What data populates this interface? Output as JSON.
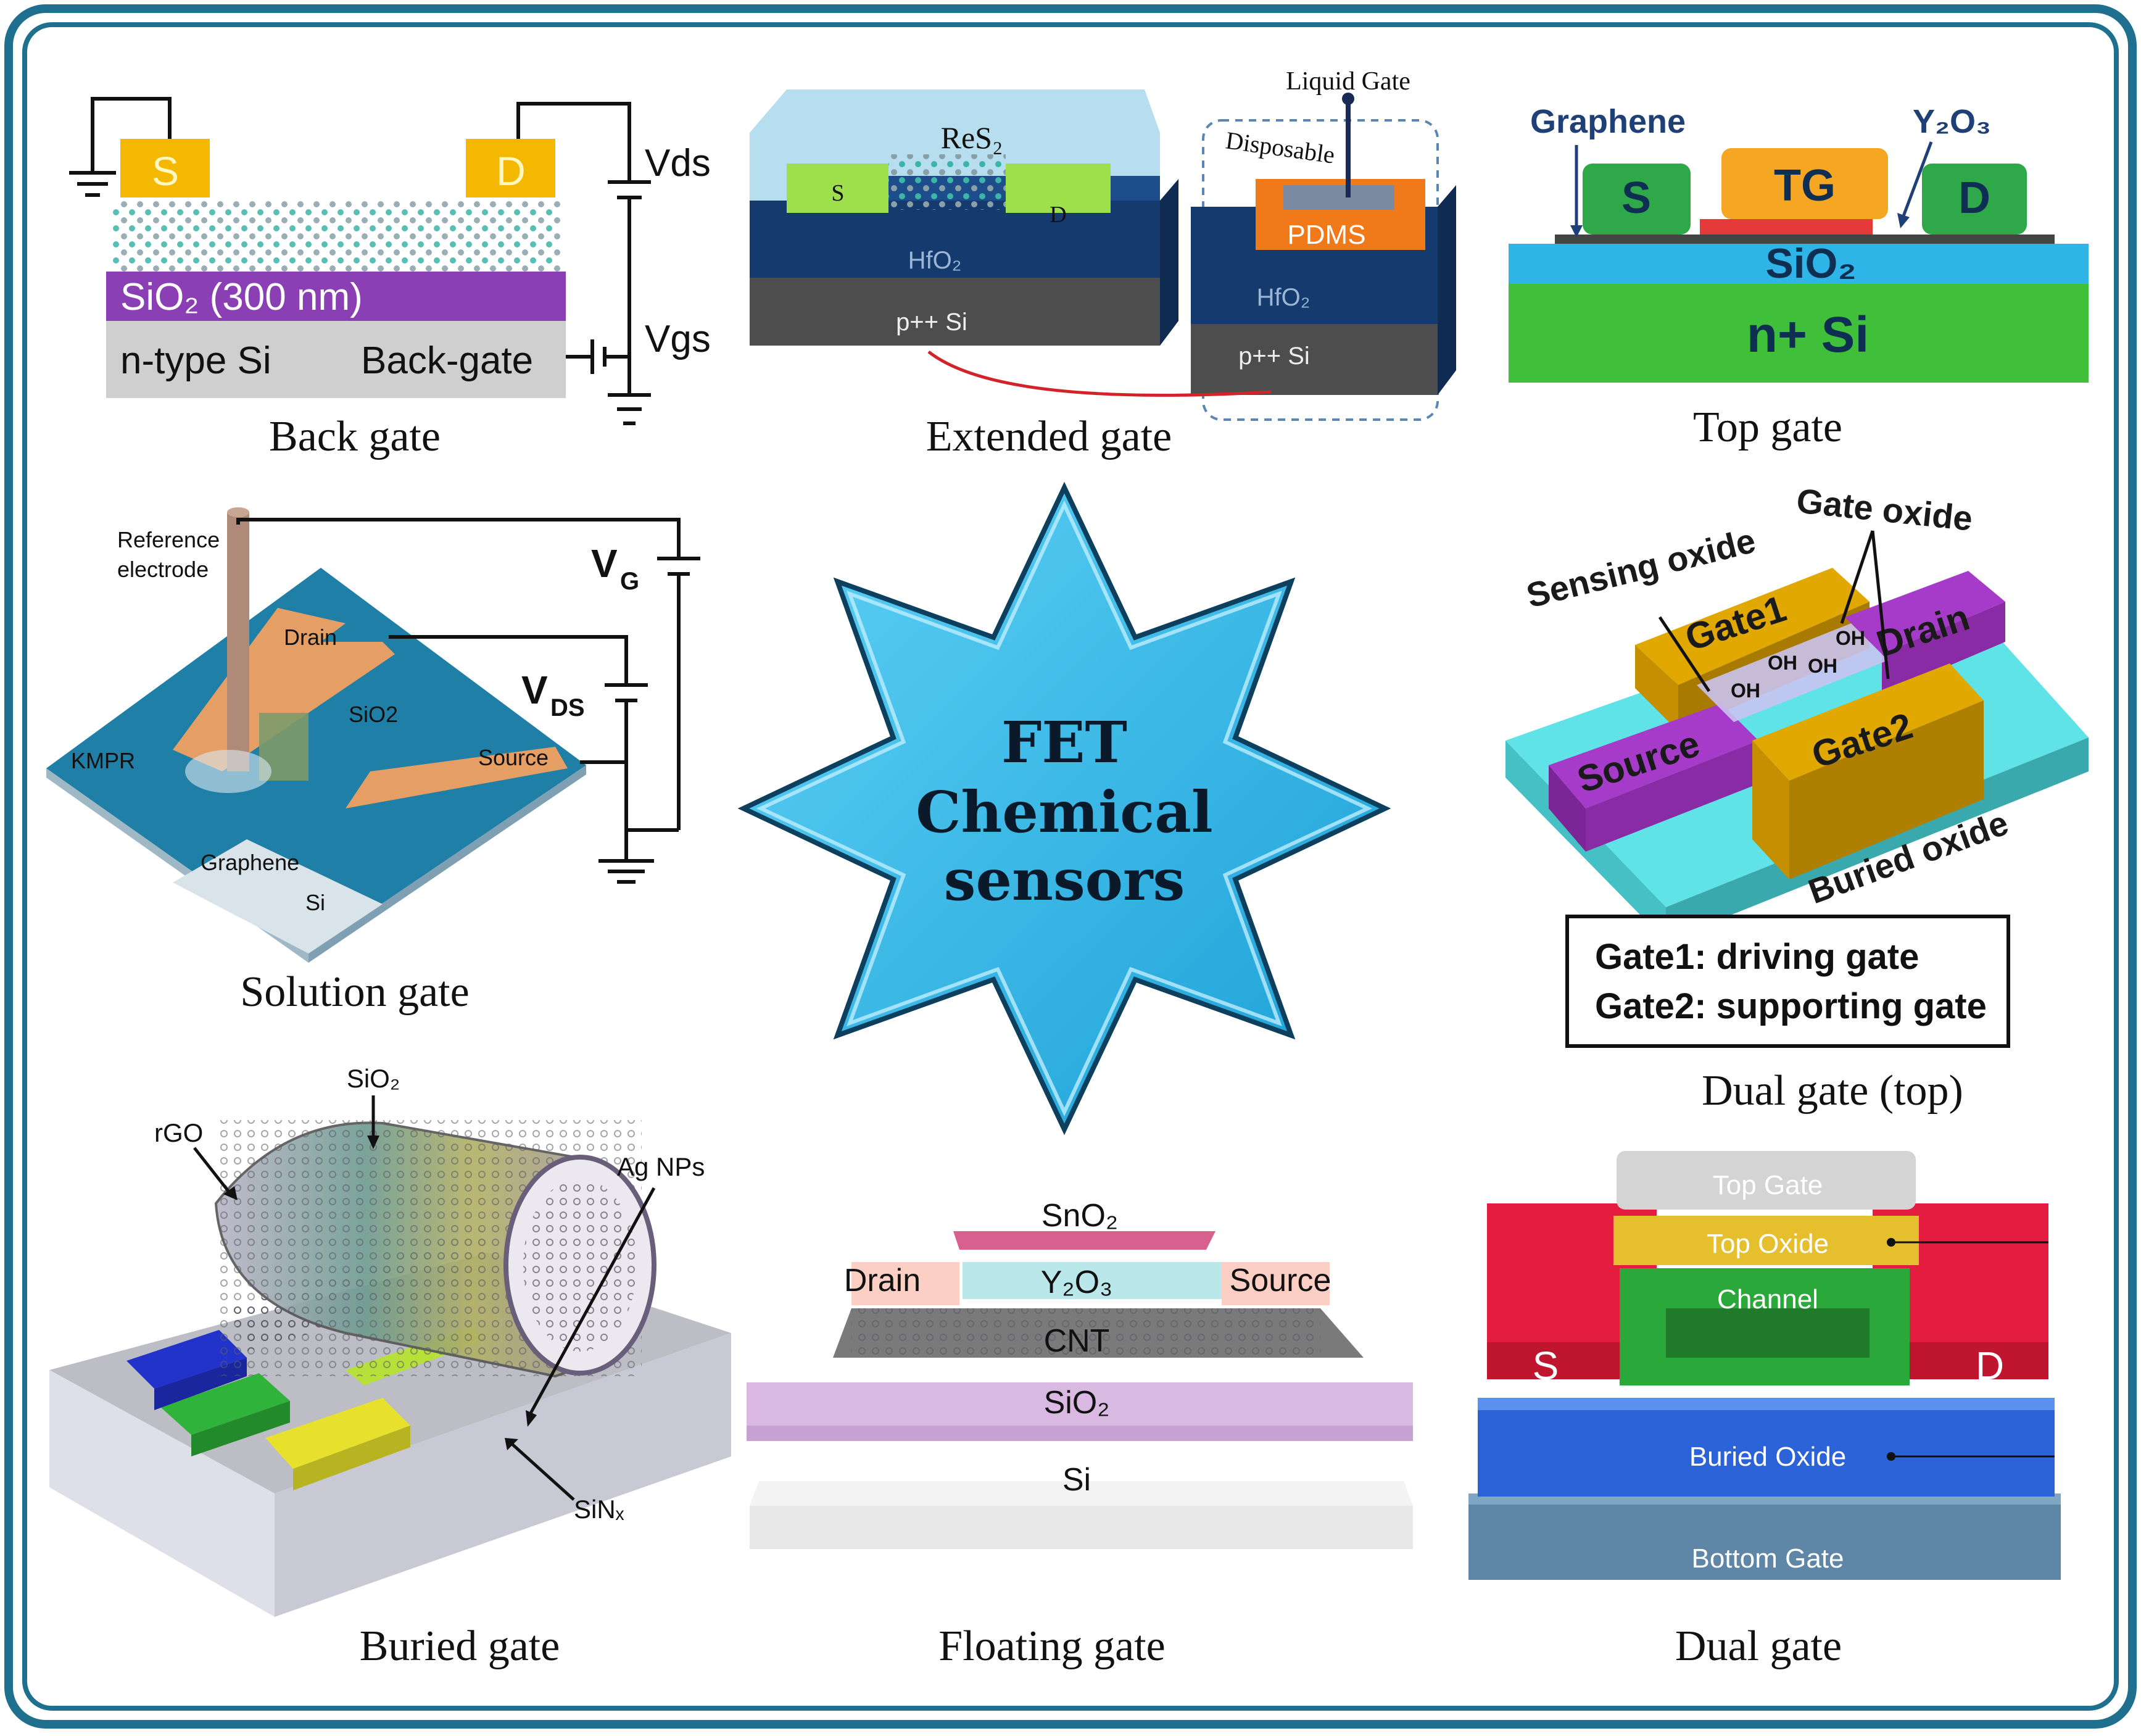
{
  "center": {
    "line1": "FET",
    "line2": "Chemical",
    "line3": "sensors"
  },
  "panels": {
    "back_gate": {
      "caption": "Back gate",
      "source": "S",
      "drain": "D",
      "oxide": "SiO₂ (300 nm)",
      "substrate": "n-type  Si",
      "backgate": "Back-gate",
      "vds": "Vds",
      "vgs": "Vgs"
    },
    "extended_gate": {
      "caption": "Extended gate",
      "channel": "ReS₂",
      "source": "S",
      "drain": "D",
      "oxide": "HfO₂",
      "oxide2": "HfO₂",
      "substrate": "p++ Si",
      "substrate2": "p++ Si",
      "pdms": "PDMS",
      "disposable": "Disposable",
      "liquid_gate": "Liquid Gate"
    },
    "top_gate": {
      "caption": "Top gate",
      "graphene": "Graphene",
      "y2o3": "Y₂O₃",
      "source": "S",
      "gate": "TG",
      "drain": "D",
      "oxide": "SiO₂",
      "substrate": "n+ Si"
    },
    "solution_gate": {
      "caption": "Solution gate",
      "ref": "Reference",
      "ref2": "electrode",
      "vg": "V",
      "vg_sub": "G",
      "vds": "V",
      "vds_sub": "DS",
      "drain": "Drain",
      "sio2": "SiO2",
      "source": "Source",
      "kmpr": "KMPR",
      "graphene": "Graphene",
      "si": "Si"
    },
    "dual_gate_top": {
      "caption": "Dual gate (top)",
      "sensing_oxide": "Sensing oxide",
      "gate_oxide": "Gate oxide",
      "gate1": "Gate1",
      "gate2": "Gate2",
      "drain": "Drain",
      "source": "Source",
      "buried_oxide": "Buried oxide",
      "oh": "OH",
      "legend1": "Gate1: driving gate",
      "legend2": "Gate2: supporting gate"
    },
    "buried_gate": {
      "caption": "Buried gate",
      "sio2": "SiO₂",
      "rgo": "rGO",
      "ag": "Ag NPs",
      "sinx": "SiNₓ"
    },
    "floating_gate": {
      "caption": "Floating gate",
      "sno2": "SnO₂",
      "drain": "Drain",
      "y2o3": "Y₂O₃",
      "source": "Source",
      "cnt": "CNT",
      "sio2": "SiO₂",
      "si": "Si"
    },
    "dual_gate": {
      "caption": "Dual gate",
      "top_gate": "Top Gate",
      "top_oxide": "Top Oxide",
      "channel": "Channel",
      "source": "S",
      "drain": "D",
      "buried_oxide": "Buried Oxide",
      "bottom_gate": "Bottom Gate"
    }
  },
  "colors": {
    "frame": "#1f6f8e",
    "star_fill": "#29b6e8",
    "oxide_purple": "#8a3fb4",
    "contact_yellow": "#f5b800",
    "hfo2_blue": "#143a6e",
    "sio2_cyan": "#2eb4e6",
    "si_green": "#3fbf3a",
    "contact_green": "#2fa84a"
  }
}
